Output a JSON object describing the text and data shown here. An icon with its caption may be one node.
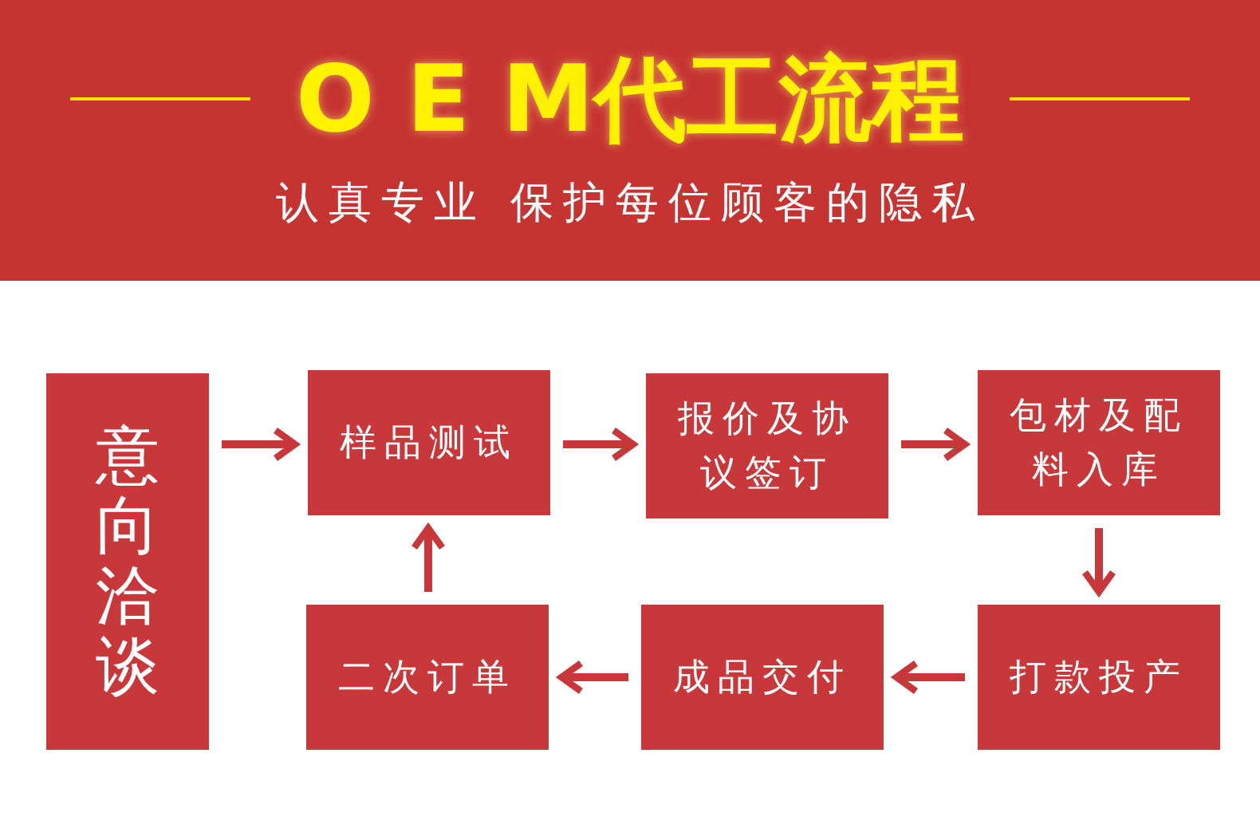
{
  "diagram": {
    "title": "O E M代工流程",
    "nodes": [
      {
        "text": [
          "意向洽谈"
        ]
      },
      {
        "text": [
          "样品测试"
        ]
      },
      {
        "text": [
          "报价及协议签订"
        ]
      },
      {
        "text": [
          "包材及配料入库"
        ]
      },
      {
        "text": [
          "打款投产"
        ]
      },
      {
        "text": [
          "成品交付"
        ]
      },
      {
        "text": [
          "二次订单"
        ]
      }
    ],
    "edges": [
      {
        "from": 0,
        "to": 1,
        "arrow": "to"
      },
      {
        "from": 1,
        "to": 2,
        "arrow": "to"
      },
      {
        "from": 2,
        "to": 3,
        "arrow": "to"
      },
      {
        "from": 3,
        "to": 4,
        "arrow": "to"
      },
      {
        "from": 4,
        "to": 5,
        "arrow": "to"
      },
      {
        "from": 5,
        "to": 6,
        "arrow": "to"
      },
      {
        "from": 6,
        "to": 1,
        "arrow": "to"
      }
    ],
    "labels": [
      "认真专业 保护每位顾客的隐私"
    ]
  }
}
